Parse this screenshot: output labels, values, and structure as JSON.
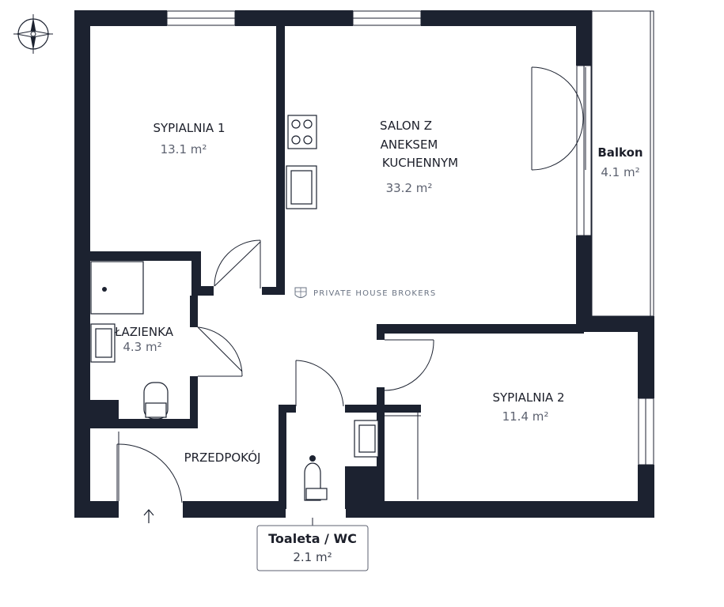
{
  "rooms": [
    {
      "name": "SYPIALNIA 1",
      "area": "13.1 m²"
    },
    {
      "name_lines": [
        "SALON Z",
        "ANEKSEM",
        "KUCHENNYM"
      ],
      "area": "33.2 m²"
    },
    {
      "name": "ŁAZIENKA",
      "area": "4.3 m²"
    },
    {
      "name": "PRZEDPOKÓJ"
    },
    {
      "name": "SYPIALNIA 2",
      "area": "11.4 m²"
    }
  ],
  "balcony": {
    "name": "Balkon",
    "area": "4.1 m²"
  },
  "wc": {
    "name": "Toaleta / WC",
    "area": "2.1 m²"
  },
  "brand": {
    "text": "PRIVATE HOUSE BROKERS"
  },
  "icons": {
    "compass": "compass-icon",
    "entrance": "entrance-arrow-icon",
    "logo": "brand-logo-icon"
  },
  "colors": {
    "wall": "#1c2230",
    "text": "#1c1f2a",
    "area_text": "#5d6270",
    "brand": "#6a7383"
  }
}
